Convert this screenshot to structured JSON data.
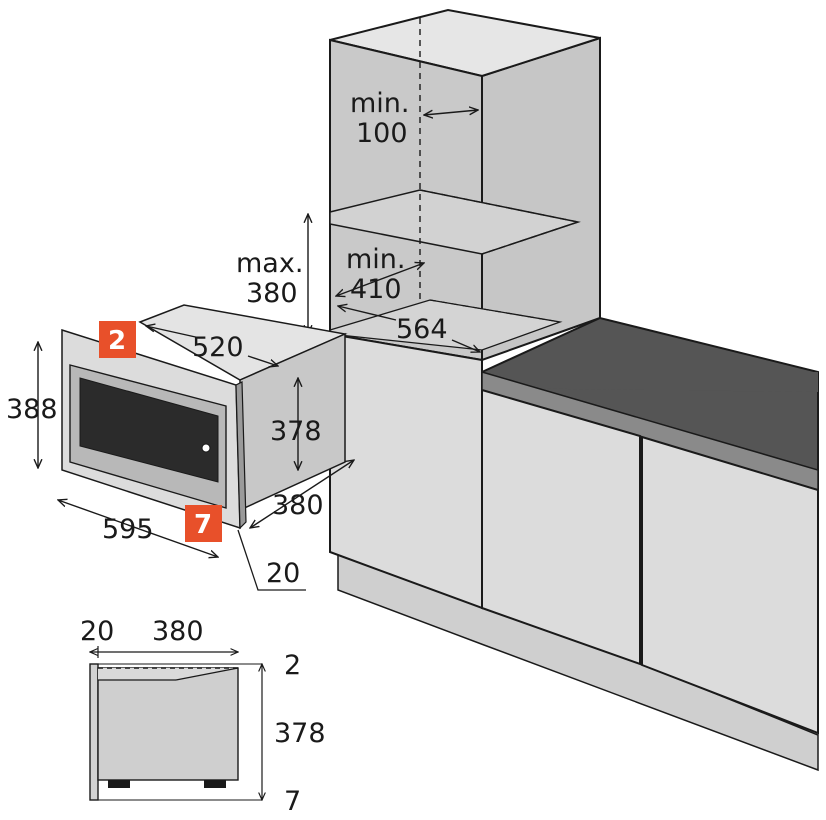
{
  "diagram": {
    "colors": {
      "cabinet_front": "#d9d9d9",
      "cabinet_side": "#c6c6c6",
      "cabinet_top": "#e6e6e6",
      "plinth": "#cfcfcf",
      "worktop": "#555555",
      "screen": "#2b2b2b",
      "badge": "#e8502a",
      "line": "#1a1a1a"
    },
    "icons": {
      "oven_cabinet": "tall-cabinet",
      "microwave": "built-in-microwave"
    },
    "column_labels": {
      "min_100": {
        "line1": "min.",
        "line2": "100"
      },
      "min_410": {
        "line1": "min.",
        "line2": "410"
      },
      "max_380": {
        "line1": "max.",
        "line2": "380"
      },
      "depth_564": "564"
    },
    "microwave_labels": {
      "width_595": "595",
      "height_388": "388",
      "depth_520": "520",
      "body_height_378": "378",
      "body_depth_380": "380",
      "frame_20": "20",
      "badge_top": "2",
      "badge_bottom": "7"
    },
    "side_view_labels": {
      "frame_20": "20",
      "depth_380": "380",
      "top_gap_2": "2",
      "height_378": "378",
      "bottom_gap_7": "7"
    }
  }
}
